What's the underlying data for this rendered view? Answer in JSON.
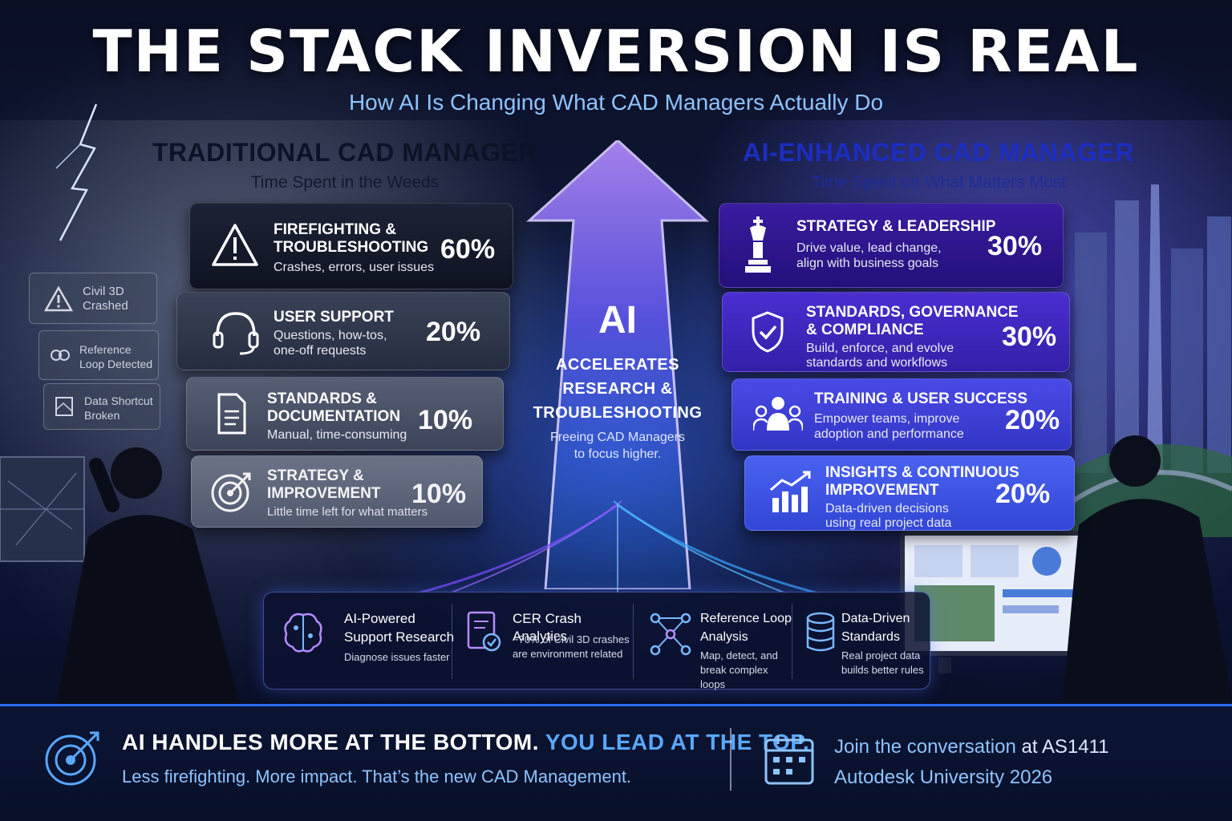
{
  "title": "THE STACK INVERSION IS REAL",
  "subtitle": "How AI Is Changing What CAD Managers Actually Do",
  "left": {
    "title": "TRADITIONAL CAD MANAGER",
    "subtitle": "Time Spent in the Weeds",
    "cards": [
      {
        "title1": "FIREFIGHTING &",
        "title2": "TROUBLESHOOTING",
        "desc1": "Crashes, errors, user issues",
        "desc2": "",
        "percent": "60%",
        "icon": "warning-icon"
      },
      {
        "title1": "USER SUPPORT",
        "title2": "",
        "desc1": "Questions, how-tos,",
        "desc2": "one-off requests",
        "percent": "20%",
        "icon": "headset-icon"
      },
      {
        "title1": "STANDARDS &",
        "title2": "DOCUMENTATION",
        "desc1": "Manual, time-consuming",
        "desc2": "",
        "percent": "10%",
        "icon": "document-icon"
      },
      {
        "title1": "STRATEGY &",
        "title2": "IMPROVEMENT",
        "desc1": "Little time left for what matters",
        "desc2": "",
        "percent": "10%",
        "icon": "target-icon"
      }
    ],
    "warnings": [
      "Civil 3D Crashed",
      "Reference Loop Detected",
      "Data Shortcut Broken"
    ]
  },
  "right": {
    "title": "AI-ENHANCED CAD MANAGER",
    "subtitle": "Time Spent on What Matters Most",
    "cards": [
      {
        "title1": "STRATEGY & LEADERSHIP",
        "title2": "",
        "desc1": "Drive value, lead change,",
        "desc2": "align with business goals",
        "percent": "30%",
        "icon": "chess-king-icon"
      },
      {
        "title1": "STANDARDS, GOVERNANCE",
        "title2": "& COMPLIANCE",
        "desc1": "Build, enforce, and evolve",
        "desc2": "standards and workflows",
        "percent": "30%",
        "icon": "shield-check-icon"
      },
      {
        "title1": "TRAINING & USER SUCCESS",
        "title2": "",
        "desc1": "Empower teams, improve",
        "desc2": "adoption and performance",
        "percent": "20%",
        "icon": "team-icon"
      },
      {
        "title1": "INSIGHTS & CONTINUOUS",
        "title2": "IMPROVEMENT",
        "desc1": "Data-driven decisions",
        "desc2": "using real project data",
        "percent": "20%",
        "icon": "chart-up-icon"
      }
    ]
  },
  "center": {
    "big": "AI",
    "line1": "ACCELERATES",
    "line2": "RESEARCH &",
    "line3": "TROUBLESHOOTING",
    "note1": "Freeing CAD Managers",
    "note2": "to focus higher."
  },
  "tools": [
    {
      "title1": "AI-Powered",
      "title2": "Support Research",
      "desc1": "Diagnose issues faster",
      "desc2": "",
      "icon": "brain-icon"
    },
    {
      "title1": "CER Crash Analytics",
      "title2": "",
      "desc1": "~70% of Civil 3D crashes",
      "desc2": "are environment related",
      "icon": "report-check-icon"
    },
    {
      "title1": "Reference Loop",
      "title2": "Analysis",
      "desc1": "Map, detect, and",
      "desc2": "break complex loops",
      "icon": "network-icon"
    },
    {
      "title1": "Data-Driven",
      "title2": "Standards",
      "desc1": "Real project data",
      "desc2": "builds better rules",
      "icon": "database-icon"
    }
  ],
  "footer": {
    "main_a": "AI HANDLES MORE AT THE BOTTOM.",
    "main_b": "YOU LEAD AT THE TOP.",
    "sub": "Less firefighting. More impact. That’s the new CAD Management.",
    "right_a": "Join the conversation",
    "right_b": "at AS1411",
    "right_line2": "Autodesk University 2026"
  },
  "colors": {
    "accent": "#5aa8ff",
    "left_dark": "#1d2336",
    "right_purple": "#3a1ca0",
    "right_blue": "#4a62f0"
  }
}
